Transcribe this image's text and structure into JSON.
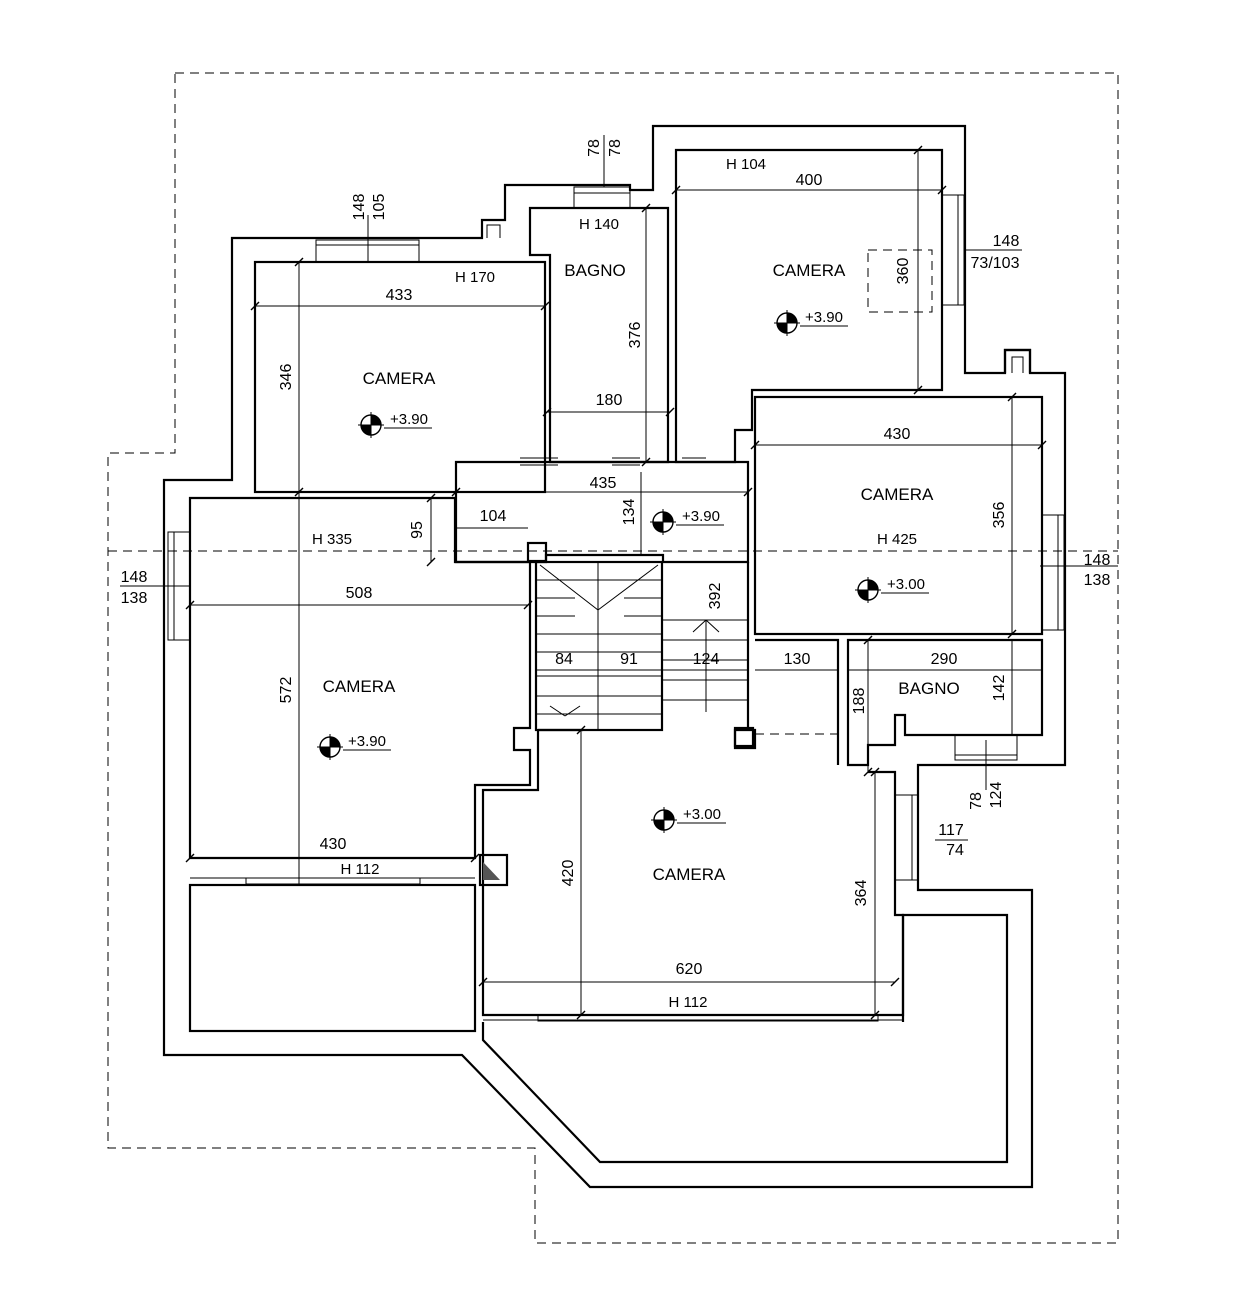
{
  "rooms": {
    "camera_nw": "CAMERA",
    "bagno_n": "BAGNO",
    "camera_ne": "CAMERA",
    "camera_e": "CAMERA",
    "camera_w": "CAMERA",
    "bagno_e": "BAGNO",
    "camera_s": "CAMERA"
  },
  "levels": {
    "camera_nw": "+3.90",
    "camera_ne": "+3.90",
    "corridor": "+3.90",
    "camera_e": "+3.00",
    "camera_w": "+3.90",
    "camera_s": "+3.00"
  },
  "heights": {
    "h104": "H 104",
    "h140": "H 140",
    "h170": "H 170",
    "h335": "H 335",
    "h425": "H 425",
    "h112_w": "H 112",
    "h112_s": "H 112"
  },
  "dims": {
    "d78a": "78",
    "d78b": "78",
    "d148_top": "148",
    "d105": "105",
    "d400": "400",
    "d148_ne": "148",
    "d73_103": "73/103",
    "d360": "360",
    "d433": "433",
    "d376": "376",
    "d346": "346",
    "d180": "180",
    "d430_e": "430",
    "d435": "435",
    "d134": "134",
    "d104": "104",
    "d95": "95",
    "d356": "356",
    "d148_w": "148",
    "d138_w": "138",
    "d148_e": "148",
    "d138_e": "138",
    "d508": "508",
    "d392": "392",
    "d84": "84",
    "d91": "91",
    "d124": "124",
    "d130": "130",
    "d290": "290",
    "d188": "188",
    "d142": "142",
    "d572": "572",
    "d78_se": "78",
    "d124_se": "124",
    "d117": "117",
    "d74": "74",
    "d430_w": "430",
    "d420": "420",
    "d364": "364",
    "d620": "620"
  }
}
